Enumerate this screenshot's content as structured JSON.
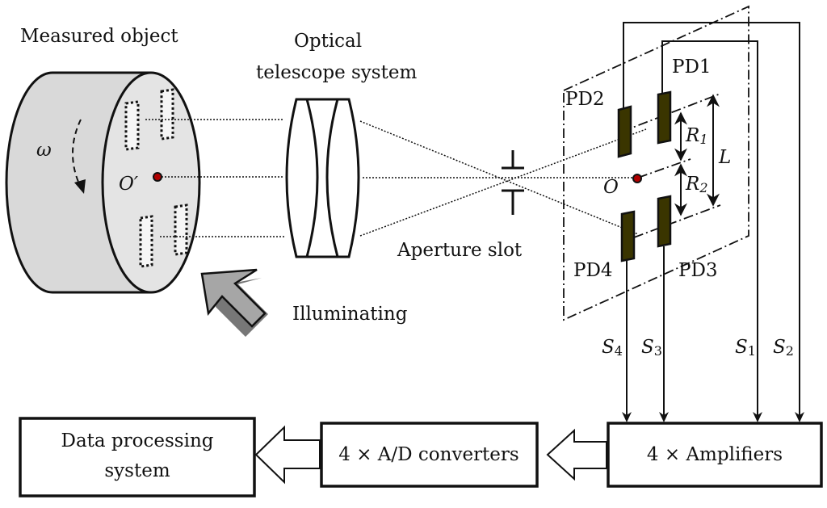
{
  "labels": {
    "measured_object": "Measured object",
    "optical_line1": "Optical",
    "optical_line2": "telescope system",
    "aperture_slot": "Aperture slot",
    "illuminating": "Illuminating",
    "omega": "ω",
    "o_prime": "O′",
    "o": "O",
    "pd1": "PD1",
    "pd2": "PD2",
    "pd3": "PD3",
    "pd4": "PD4",
    "r1_main": "R",
    "r1_sub": "1",
    "r2_main": "R",
    "r2_sub": "2",
    "l": "L",
    "signals": [
      {
        "main": "S",
        "sub": "4"
      },
      {
        "main": "S",
        "sub": "3"
      },
      {
        "main": "S",
        "sub": "1"
      },
      {
        "main": "S",
        "sub": "2"
      }
    ]
  },
  "blocks": {
    "amplifiers": "4 × Amplifiers",
    "ad_converters": "4 × A/D converters",
    "data_processing_line1": "Data processing",
    "data_processing_line2": "system"
  },
  "colors": {
    "cylinder_fill": "#d9d9d9",
    "cylinder_face": "#e4e4e4",
    "detector_fill": "#3a3500",
    "center_dot": "#b00000",
    "arrow_fill": "#a6a6a6",
    "stroke": "#111111"
  }
}
